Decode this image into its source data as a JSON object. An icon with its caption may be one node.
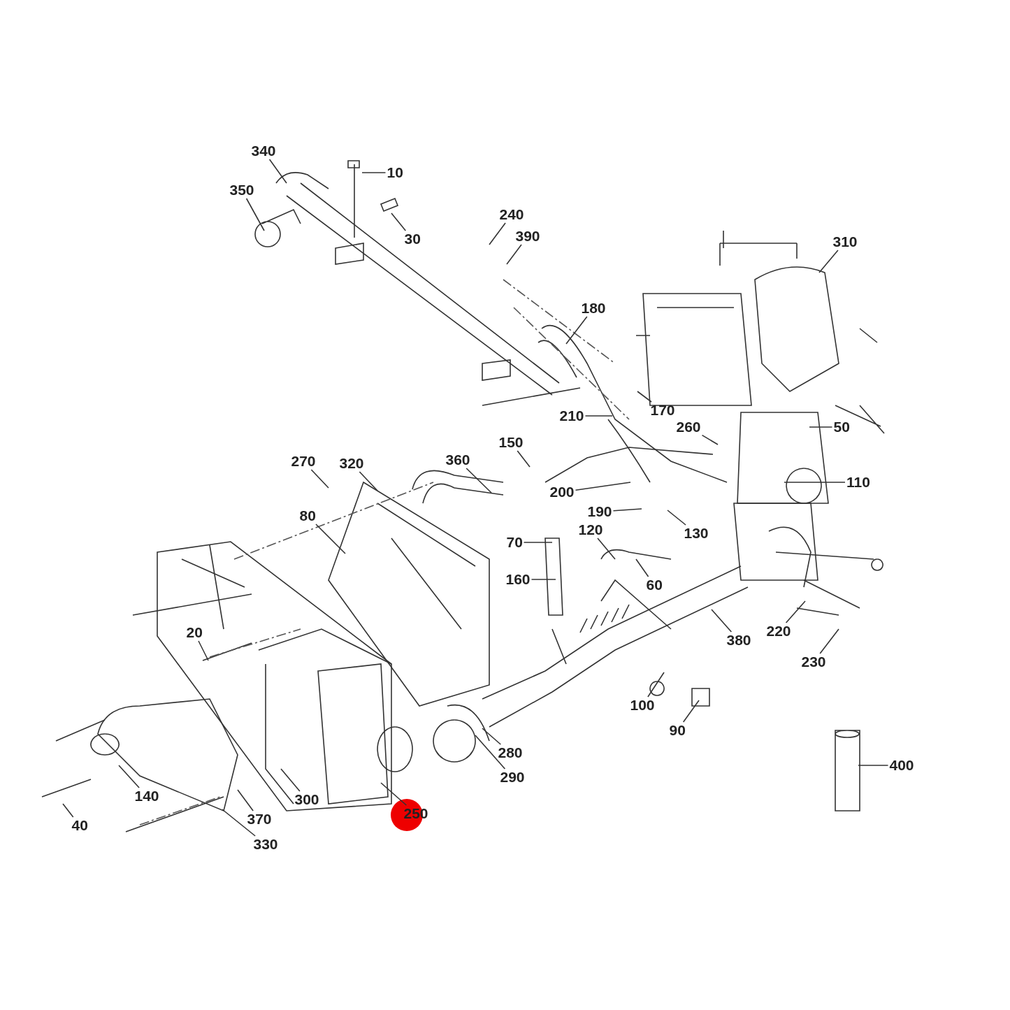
{
  "diagram": {
    "nodes": [
      {
        "text": [
          "340"
        ]
      },
      {
        "text": [
          "10"
        ]
      },
      {
        "text": [
          "350"
        ]
      },
      {
        "text": [
          "240"
        ]
      },
      {
        "text": [
          "390"
        ]
      },
      {
        "text": [
          "30"
        ]
      },
      {
        "text": [
          "310"
        ]
      },
      {
        "text": [
          "180"
        ]
      },
      {
        "text": [
          "170"
        ]
      },
      {
        "text": [
          "210"
        ]
      },
      {
        "text": [
          "260"
        ]
      },
      {
        "text": [
          "50"
        ]
      },
      {
        "text": [
          "150"
        ]
      },
      {
        "text": [
          "360"
        ]
      },
      {
        "text": [
          "270"
        ]
      },
      {
        "text": [
          "320"
        ]
      },
      {
        "text": [
          "200"
        ]
      },
      {
        "text": [
          "110"
        ]
      },
      {
        "text": [
          "80"
        ]
      },
      {
        "text": [
          "190"
        ]
      },
      {
        "text": [
          "120"
        ]
      },
      {
        "text": [
          "130"
        ]
      },
      {
        "text": [
          "70"
        ]
      },
      {
        "text": [
          "160"
        ]
      },
      {
        "text": [
          "60"
        ]
      },
      {
        "text": [
          "20"
        ]
      },
      {
        "text": [
          "220"
        ]
      },
      {
        "text": [
          "380"
        ]
      },
      {
        "text": [
          "230"
        ]
      },
      {
        "text": [
          "100"
        ]
      },
      {
        "text": [
          "90"
        ]
      },
      {
        "text": [
          "280"
        ]
      },
      {
        "text": [
          "400"
        ]
      },
      {
        "text": [
          "290"
        ]
      },
      {
        "text": [
          "140"
        ]
      },
      {
        "text": [
          "300"
        ]
      },
      {
        "text": [
          "250"
        ]
      },
      {
        "text": [
          "370"
        ]
      },
      {
        "text": [
          "40"
        ]
      },
      {
        "text": [
          "330"
        ]
      }
    ],
    "edges": [
      {
        "from": 0,
        "to": null,
        "arrow": "none"
      },
      {
        "from": 1,
        "to": null,
        "arrow": "none"
      },
      {
        "from": 2,
        "to": null,
        "arrow": "none"
      },
      {
        "from": 3,
        "to": null,
        "arrow": "none"
      },
      {
        "from": 4,
        "to": null,
        "arrow": "none"
      },
      {
        "from": 5,
        "to": null,
        "arrow": "none"
      },
      {
        "from": 6,
        "to": null,
        "arrow": "none"
      },
      {
        "from": 7,
        "to": null,
        "arrow": "none"
      },
      {
        "from": 8,
        "to": null,
        "arrow": "none"
      },
      {
        "from": 9,
        "to": null,
        "arrow": "none"
      },
      {
        "from": 10,
        "to": null,
        "arrow": "none"
      },
      {
        "from": 11,
        "to": null,
        "arrow": "none"
      },
      {
        "from": 12,
        "to": null,
        "arrow": "none"
      },
      {
        "from": 13,
        "to": null,
        "arrow": "none"
      },
      {
        "from": 14,
        "to": null,
        "arrow": "none"
      },
      {
        "from": 15,
        "to": null,
        "arrow": "none"
      },
      {
        "from": 16,
        "to": null,
        "arrow": "none"
      },
      {
        "from": 17,
        "to": null,
        "arrow": "none"
      },
      {
        "from": 18,
        "to": null,
        "arrow": "none"
      },
      {
        "from": 19,
        "to": null,
        "arrow": "none"
      },
      {
        "from": 20,
        "to": null,
        "arrow": "none"
      },
      {
        "from": 21,
        "to": null,
        "arrow": "none"
      },
      {
        "from": 22,
        "to": null,
        "arrow": "none"
      },
      {
        "from": 23,
        "to": null,
        "arrow": "none"
      },
      {
        "from": 24,
        "to": null,
        "arrow": "none"
      },
      {
        "from": 25,
        "to": null,
        "arrow": "none"
      },
      {
        "from": 26,
        "to": null,
        "arrow": "none"
      },
      {
        "from": 27,
        "to": null,
        "arrow": "none"
      },
      {
        "from": 28,
        "to": null,
        "arrow": "none"
      },
      {
        "from": 29,
        "to": null,
        "arrow": "none"
      },
      {
        "from": 30,
        "to": null,
        "arrow": "none"
      },
      {
        "from": 31,
        "to": null,
        "arrow": "none"
      },
      {
        "from": 32,
        "to": null,
        "arrow": "none"
      },
      {
        "from": 33,
        "to": null,
        "arrow": "none"
      },
      {
        "from": 34,
        "to": null,
        "arrow": "none"
      },
      {
        "from": 35,
        "to": null,
        "arrow": "none"
      },
      {
        "from": 36,
        "to": null,
        "arrow": "none"
      },
      {
        "from": 37,
        "to": null,
        "arrow": "none"
      },
      {
        "from": 38,
        "to": null,
        "arrow": "none"
      },
      {
        "from": 39,
        "to": null,
        "arrow": "none"
      }
    ]
  }
}
